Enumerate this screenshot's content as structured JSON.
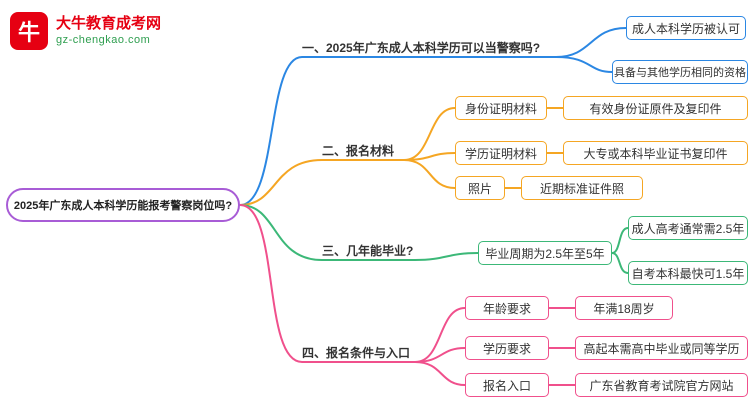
{
  "logo": {
    "mark_text": "牛",
    "site_name": "大牛教育成考网",
    "site_url": "gz-chengkao.com"
  },
  "root": "2025年广东成人本科学历能报考警察岗位吗?",
  "branches": {
    "b1": {
      "label": "一、2025年广东成人本科学历可以当警察吗?",
      "color": "#2b87e3",
      "children": [
        "成人本科学历被认可",
        "具备与其他学历相同的资格"
      ]
    },
    "b2": {
      "label": "二、报名材料",
      "color": "#f5a623",
      "rows": [
        {
          "item": "身份证明材料",
          "detail": "有效身份证原件及复印件"
        },
        {
          "item": "学历证明材料",
          "detail": "大专或本科毕业证书复印件"
        },
        {
          "item": "照片",
          "detail": "近期标准证件照"
        }
      ]
    },
    "b3": {
      "label": "三、几年能毕业?",
      "color": "#3cb878",
      "child": "毕业周期为2.5年至5年",
      "grandchildren": [
        "成人高考通常需2.5年",
        "自考本科最快可1.5年"
      ]
    },
    "b4": {
      "label": "四、报名条件与入口",
      "color": "#f0508c",
      "rows": [
        {
          "item": "年龄要求",
          "detail": "年满18周岁"
        },
        {
          "item": "学历要求",
          "detail": "高起本需高中毕业或同等学历"
        },
        {
          "item": "报名入口",
          "detail": "广东省教育考试院官方网站"
        }
      ]
    }
  },
  "colors": {
    "root_border": "#a85cd6",
    "logo_red": "#e60012",
    "logo_green": "#2e9e4f"
  }
}
